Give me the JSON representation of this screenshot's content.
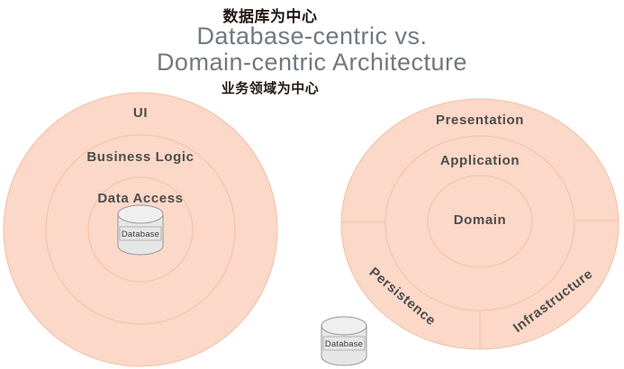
{
  "header": {
    "zh_top": "数据库为中心",
    "title_line1": "Database-centric vs.",
    "title_line2": "Domain-centric Architecture",
    "zh_bottom": "业务领域为中心"
  },
  "left_diagram": {
    "outer_label": "UI",
    "middle_label": "Business Logic",
    "inner_label": "Data Access",
    "database_label": "Database"
  },
  "right_diagram": {
    "outer_top_label": "Presentation",
    "middle_label": "Application",
    "inner_label": "Domain",
    "outer_bottom_left_label": "Persistence",
    "outer_bottom_right_label": "Infrastructure",
    "database_label": "Database"
  },
  "colors": {
    "ring_fill": "#fbd8c8",
    "ring_stroke": "#f3bfa6",
    "label_text": "#4d4d4d",
    "title_text": "#71787e",
    "zh_text": "#221813",
    "cylinder_fill": "#e6e6e6",
    "cylinder_top_fill": "#efefef",
    "cylinder_stroke": "#969696"
  }
}
